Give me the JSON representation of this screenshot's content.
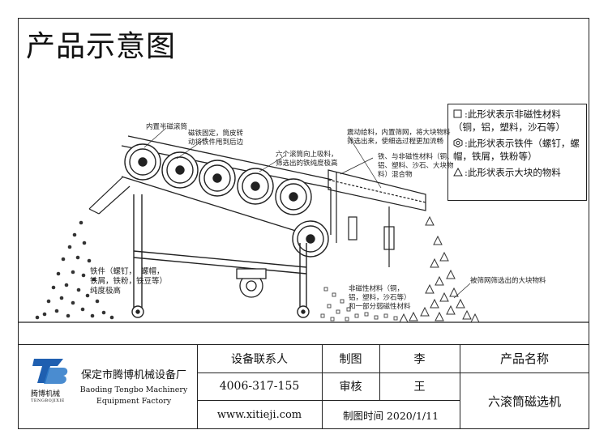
{
  "title": "产品示意图",
  "notes": {
    "inner_drum": "内置半磁滚筒",
    "fixed_magnet": "磁铁固定，筒皮转\n动将铁件甩到后边",
    "six_drums": "六个滚筒向上吸料，\n筛选出的铁纯度极高",
    "vibration": "震动给料，内置筛网，将大块物料\n筛选出来，使细选过程更加流畅",
    "iron_nonmag": "铁、与非磁性材料（铜、\n铝、塑料、沙石、大块物\n料）混合物",
    "iron_output": "铁件（螺钉，  螺帽，\n铁屑，铁粉，铁豆等）\n纯度极高",
    "nonmag_output": "非磁性材料（铜，\n铝，塑料，沙石等）\n和一部分弱磁性材料",
    "large_output": "被筛网筛选出的大块物料"
  },
  "legend": {
    "items": [
      {
        "icon": "square-icon",
        "text": ":此形状表示非磁性材料（铜，铝，塑料，沙石等）"
      },
      {
        "icon": "hex-nut-icon",
        "text": ":此形状表示铁件（螺钉，螺帽，铁屑，铁粉等）"
      },
      {
        "icon": "triangle-icon",
        "text": ":此形状表示大块的物料"
      }
    ]
  },
  "title_block": {
    "company_cn": "保定市腾博机械设备厂",
    "company_en_1": "Baoding Tengbo Machinery",
    "company_en_2": "Equipment Factory",
    "logo_cn": "腾博机械",
    "logo_en": "TENGBOJIXIE",
    "contact_label": "设备联系人",
    "phone": "4006-317-155",
    "website": "www.xitieji.com",
    "drawn_label": "制图",
    "drawn_value": "李",
    "review_label": "审核",
    "review_value": "王",
    "date_text": "制图时间 2020/1/11",
    "product_label": "产品名称",
    "product_value": "六滚筒磁选机"
  }
}
